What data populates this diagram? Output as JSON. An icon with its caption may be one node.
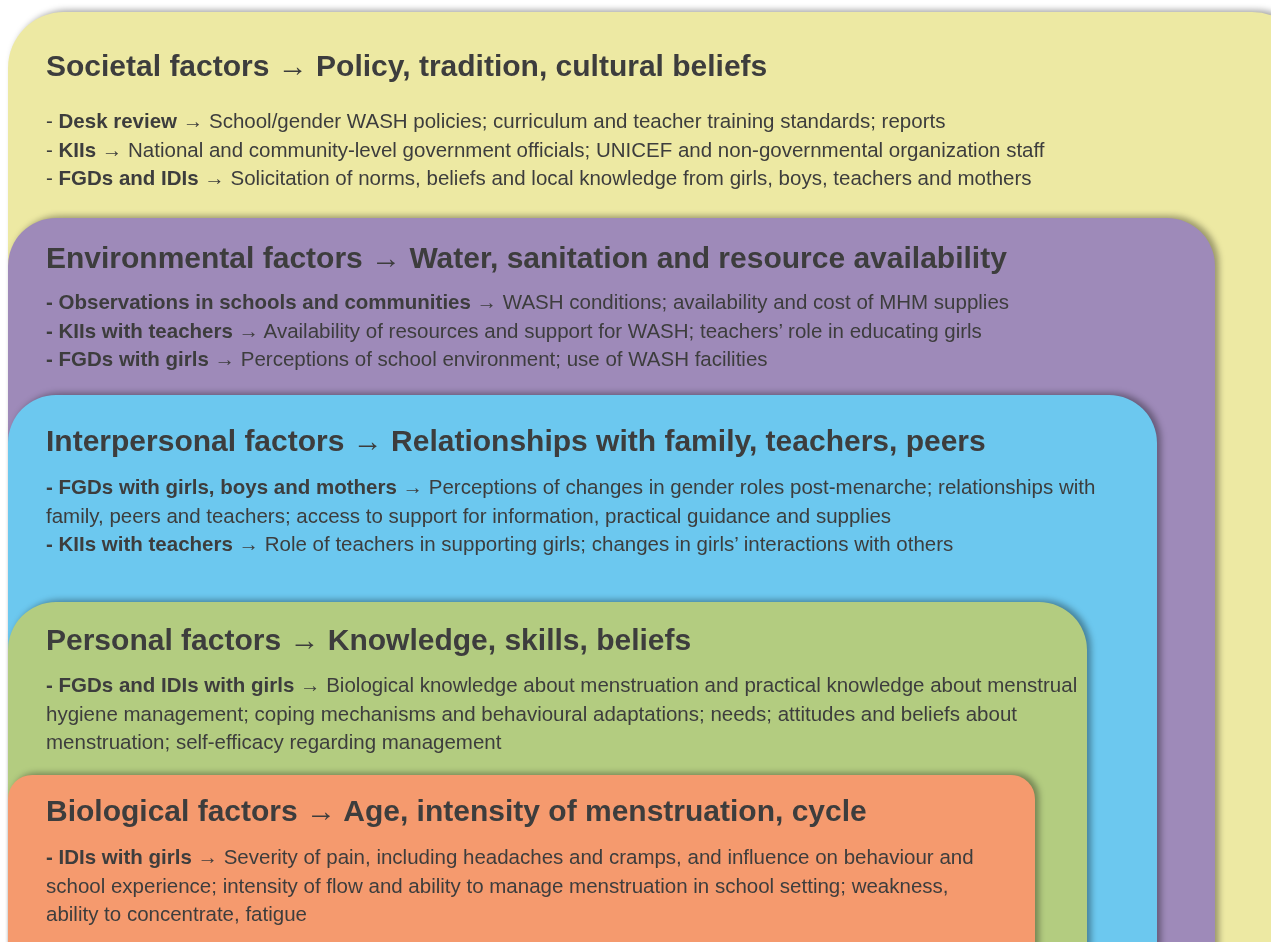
{
  "diagram": {
    "nodes": [
      {
        "text": [
          "Societal factors → Policy, tradition, cultural beliefs",
          "- **Desk review →** School/gender WASH policies; curriculum and teacher training standards; reports",
          "- **KIIs →** National and community-level government officials; UNICEF and non-governmental organization staff",
          "- **FGDs and IDIs →** Solicitation of norms, beliefs and local knowledge from girls, boys, teachers and mothers"
        ]
      },
      {
        "text": [
          "Environmental factors → Water, sanitation and resource availability",
          "**- Observations in schools and communities →** WASH conditions; availability and cost of MHM supplies",
          "**- KIIs with teachers →** Availability of resources and support for WASH; teachers’ role in educating girls",
          "**- FGDs with girls →** Perceptions of school environment; use of WASH facilities"
        ],
        "in": 0
      },
      {
        "text": [
          "Interpersonal factors → Relationships with family, teachers, peers",
          "**- FGDs with girls, boys and mothers →** Perceptions of changes in gender roles post-menarche; relationships with family, peers and teachers; access to support for information, practical guidance and supplies",
          "**- KIIs with teachers →** Role of teachers in supporting girls; changes in girls’ interactions with others"
        ],
        "in": 1
      },
      {
        "text": [
          "Personal factors → Knowledge, skills, beliefs",
          "**- FGDs and IDIs with girls →** Biological knowledge about menstruation and practical knowledge about menstrual hygiene management; coping mechanisms and behavioural adaptations; needs; attitudes and beliefs about menstruation; self-efficacy regarding management"
        ],
        "in": 2
      },
      {
        "text": [
          "Biological factors → Age, intensity of menstruation, cycle",
          "**- IDIs with girls →** Severity of pain, including headaches and cramps, and influence on behaviour and school experience; intensity of flow and ability to manage menstruation in school setting; weakness, ability to concentrate, fatigue"
        ],
        "in": 3
      }
    ],
    "edges": []
  }
}
